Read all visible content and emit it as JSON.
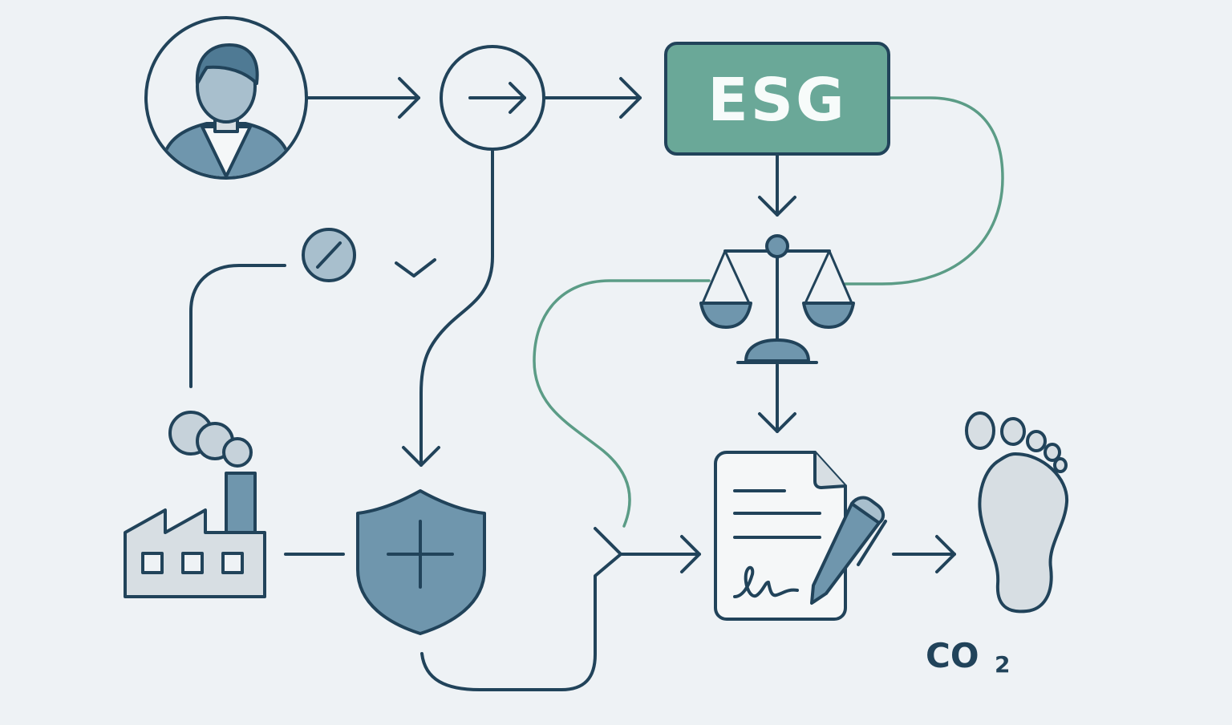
{
  "labels": {
    "esg": "ESG",
    "co2_main": "CO",
    "co2_sub": "2"
  },
  "icons": {
    "person": "person-avatar-icon",
    "process": "arrow-circle-icon",
    "esg": "esg-box-icon",
    "scales": "balance-scale-icon",
    "check": "checkmark-icon",
    "disabled": "slash-circle-icon",
    "factory": "factory-icon",
    "shield": "shield-icon",
    "contract": "signed-document-icon",
    "footprint": "footprint-icon"
  },
  "colors": {
    "background": "#eef2f5",
    "navy": "#21435a",
    "slate_fill": "#6f96ad",
    "pale_fill": "#d7dee3",
    "esg_green": "#6aa898",
    "link_green": "#5b9c86",
    "label_white": "#f7fbfa"
  }
}
